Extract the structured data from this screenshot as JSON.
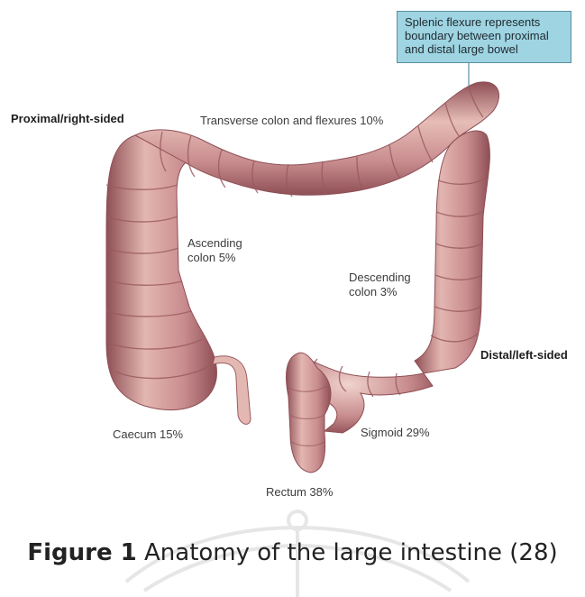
{
  "figure": {
    "callout": "Splenic flexure represents\nboundary between proximal\nand distal large bowel",
    "proximal_label": "Proximal/right-sided",
    "distal_label": "Distal/left-sided",
    "segments": {
      "transverse": "Transverse colon and flexures 10%",
      "ascending": "Ascending\ncolon 5%",
      "descending": "Descending\ncolon 3%",
      "caecum": "Caecum 15%",
      "sigmoid": "Sigmoid 29%",
      "rectum": "Rectum 38%"
    }
  },
  "caption": {
    "number": "Figure 1",
    "text": " Anatomy of the large intestine  (28)"
  },
  "colors": {
    "colon_fill": "#c98d8f",
    "colon_shadow": "#9a5a5f",
    "colon_highlight": "#eccdc6",
    "callout_fill": "#9fd4e2"
  }
}
